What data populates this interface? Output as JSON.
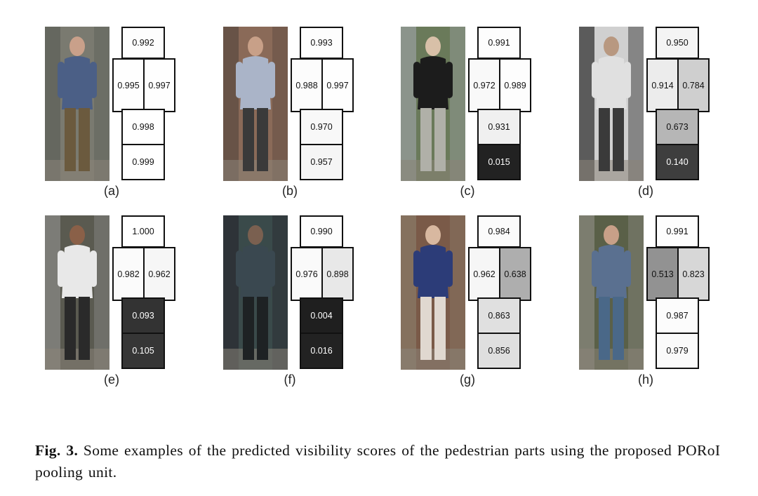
{
  "panels": [
    {
      "label": "(a)",
      "scores": {
        "head": "0.992",
        "left": "0.995",
        "right": "0.997",
        "upper": "0.998",
        "lower": "0.999"
      },
      "photo": {
        "bg": "#7a7a70",
        "bg2": "#5c5f58",
        "skin": "#c9a08a",
        "top": "#4b5f86",
        "bottom": "#6b5a3e"
      }
    },
    {
      "label": "(b)",
      "scores": {
        "head": "0.993",
        "left": "0.988",
        "right": "0.997",
        "upper": "0.970",
        "lower": "0.957"
      },
      "photo": {
        "bg": "#8a6a58",
        "bg2": "#5a4a40",
        "skin": "#c8a088",
        "top": "#aab4c8",
        "bottom": "#3a3a3a"
      }
    },
    {
      "label": "(c)",
      "scores": {
        "head": "0.991",
        "left": "0.972",
        "right": "0.989",
        "upper": "0.931",
        "lower": "0.015"
      },
      "photo": {
        "bg": "#6a7a5a",
        "bg2": "#9aa0a0",
        "skin": "#d8c0a8",
        "top": "#1c1c1c",
        "bottom": "#b0b0a8"
      }
    },
    {
      "label": "(d)",
      "scores": {
        "head": "0.950",
        "left": "0.914",
        "right": "0.784",
        "upper": "0.673",
        "lower": "0.140"
      },
      "photo": {
        "bg": "#d0d0d0",
        "bg2": "#2a2a2a",
        "skin": "#b89880",
        "top": "#e0e0e0",
        "bottom": "#3a3a3a"
      }
    },
    {
      "label": "(e)",
      "scores": {
        "head": "1.000",
        "left": "0.982",
        "right": "0.962",
        "upper": "0.093",
        "lower": "0.105"
      },
      "photo": {
        "bg": "#5a5a50",
        "bg2": "#8a8a88",
        "skin": "#8a6048",
        "top": "#e8e8e8",
        "bottom": "#2a2a2a"
      }
    },
    {
      "label": "(f)",
      "scores": {
        "head": "0.990",
        "left": "0.976",
        "right": "0.898",
        "upper": "0.004",
        "lower": "0.016"
      },
      "photo": {
        "bg": "#3a4a4a",
        "bg2": "#2a2a30",
        "skin": "#7a6050",
        "top": "#3a4850",
        "bottom": "#1e2224"
      }
    },
    {
      "label": "(g)",
      "scores": {
        "head": "0.984",
        "left": "0.962",
        "right": "0.638",
        "upper": "0.863",
        "lower": "0.856"
      },
      "photo": {
        "bg": "#7a5a48",
        "bg2": "#8a7a68",
        "skin": "#d8b8a0",
        "top": "#2c3c78",
        "bottom": "#e0d8d0"
      }
    },
    {
      "label": "(h)",
      "scores": {
        "head": "0.991",
        "left": "0.513",
        "right": "0.823",
        "upper": "0.987",
        "lower": "0.979"
      },
      "photo": {
        "bg": "#5a6048",
        "bg2": "#8a8a80",
        "skin": "#c8a088",
        "top": "#5a7090",
        "bottom": "#4a6888"
      }
    }
  ],
  "caption": {
    "label": "Fig. 3.",
    "text": " Some examples of the predicted visibility scores of the pedestrian parts using the proposed PORoI pooling unit."
  }
}
